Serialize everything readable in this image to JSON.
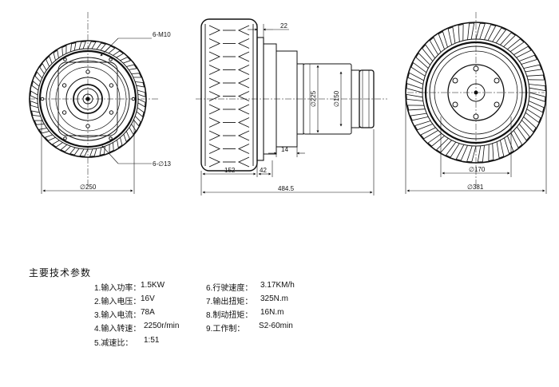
{
  "dimensions": {
    "front_bolts": "6-M10",
    "front_holes": "6-∅13",
    "front_diameter": "∅250",
    "side_flange_offset": "22",
    "side_dia_225": "∅225",
    "side_dia_150": "∅150",
    "side_gap": "14",
    "side_tire_width": "152",
    "side_hub_width": "42",
    "side_total_length": "484.5",
    "rear_pcd": "∅170",
    "rear_diameter": "∅381"
  },
  "specs": {
    "title": "主要技术参数",
    "left": [
      {
        "label": "1.输入功率：",
        "value": "1.5KW"
      },
      {
        "label": "2.输入电压：",
        "value": "16V"
      },
      {
        "label": "3.输入电流：",
        "value": "78A"
      },
      {
        "label": "4.输入转速：",
        "value": "2250r/min"
      },
      {
        "label": "5.减速比：",
        "value": "1:51"
      }
    ],
    "right": [
      {
        "label": "6.行驶速度：",
        "value": "3.17KM/h"
      },
      {
        "label": "7.输出扭矩：",
        "value": "325N.m"
      },
      {
        "label": "8.制动扭矩：",
        "value": "16N.m"
      },
      {
        "label": "9.工作制：",
        "value": "S2-60min"
      }
    ]
  }
}
